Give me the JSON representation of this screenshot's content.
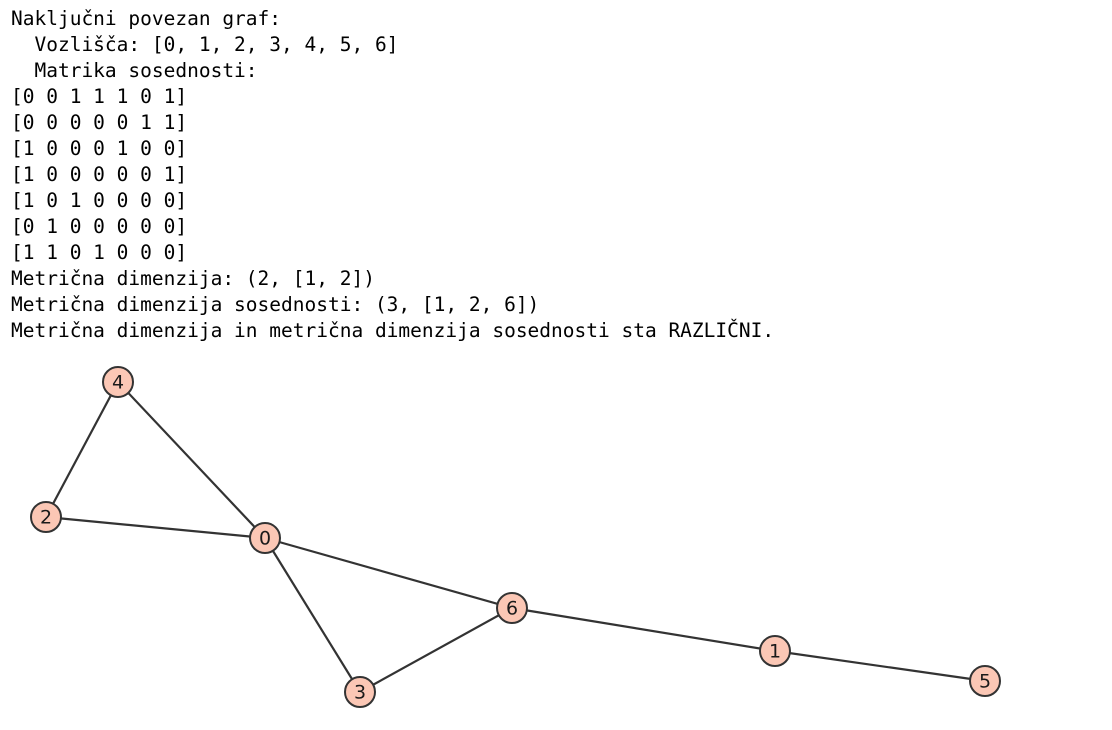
{
  "output_lines": [
    "Naključni povezan graf:",
    "  Vozlišča: [0, 1, 2, 3, 4, 5, 6]",
    "  Matrika sosednosti:",
    "[0 0 1 1 1 0 1]",
    "[0 0 0 0 0 1 1]",
    "[1 0 0 0 1 0 0]",
    "[1 0 0 0 0 0 1]",
    "[1 0 1 0 0 0 0]",
    "[0 1 0 0 0 0 0]",
    "[1 1 0 1 0 0 0]",
    "Metrična dimenzija: (2, [1, 2])",
    "Metrična dimenzija sosednosti: (3, [1, 2, 6])",
    "Metrična dimenzija in metrična dimenzija sosednosti sta RAZLIČNI."
  ],
  "graph": {
    "node_fill": "#fbc7b5",
    "node_stroke": "#333333",
    "edge_color": "#333333",
    "nodes": [
      {
        "label": "0"
      },
      {
        "label": "1"
      },
      {
        "label": "2"
      },
      {
        "label": "3"
      },
      {
        "label": "4"
      },
      {
        "label": "5"
      },
      {
        "label": "6"
      }
    ],
    "edges": [
      [
        0,
        2
      ],
      [
        0,
        3
      ],
      [
        0,
        4
      ],
      [
        0,
        6
      ],
      [
        1,
        5
      ],
      [
        1,
        6
      ],
      [
        2,
        4
      ],
      [
        3,
        6
      ]
    ]
  }
}
